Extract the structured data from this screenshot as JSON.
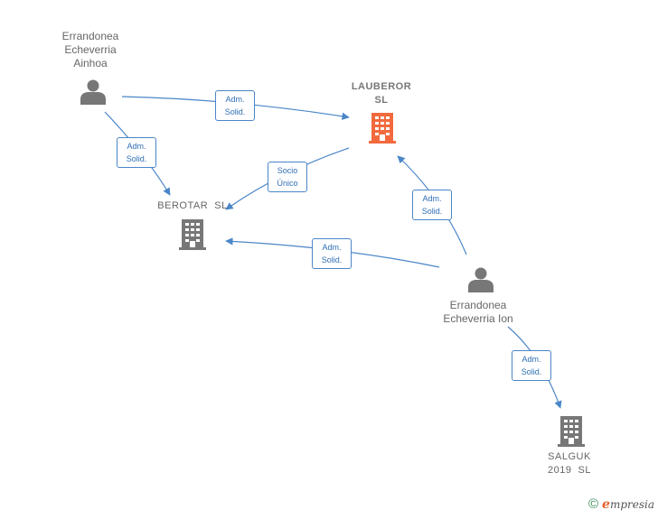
{
  "colors": {
    "edge": "#4a86c8",
    "person_icon": "#777777",
    "company_icon": "#777777",
    "highlight_company_icon": "#f26a3d"
  },
  "nodes": {
    "ainhoa": {
      "name_lines": [
        "Errandonea",
        "Echeverria",
        "Ainhoa"
      ],
      "icon": "person-icon"
    },
    "lauberor": {
      "name_lines": [
        "LAUBEROR",
        "SL"
      ],
      "icon": "building-icon"
    },
    "berotar": {
      "name_lines": [
        "BEROTAR  SL"
      ],
      "icon": "building-icon"
    },
    "ion": {
      "name_lines": [
        "Errandonea",
        "Echeverria Ion"
      ],
      "icon": "person-icon"
    },
    "salguk": {
      "name_lines": [
        "SALGUK",
        "2019  SL"
      ],
      "icon": "building-icon"
    }
  },
  "edges": [
    {
      "from": "ainhoa",
      "to": "lauberor",
      "label_lines": [
        "Adm.",
        "Solid."
      ]
    },
    {
      "from": "ainhoa",
      "to": "berotar",
      "label_lines": [
        "Adm.",
        "Solid."
      ]
    },
    {
      "from": "lauberor",
      "to": "berotar",
      "label_lines": [
        "Socio",
        "Único"
      ]
    },
    {
      "from": "ion",
      "to": "lauberor",
      "label_lines": [
        "Adm.",
        "Solid."
      ]
    },
    {
      "from": "ion",
      "to": "berotar",
      "label_lines": [
        "Adm.",
        "Solid."
      ]
    },
    {
      "from": "ion",
      "to": "salguk",
      "label_lines": [
        "Adm.",
        "Solid."
      ]
    }
  ],
  "footer": {
    "copyright": "©",
    "brand_initial": "e",
    "brand_rest": "mpresia"
  }
}
